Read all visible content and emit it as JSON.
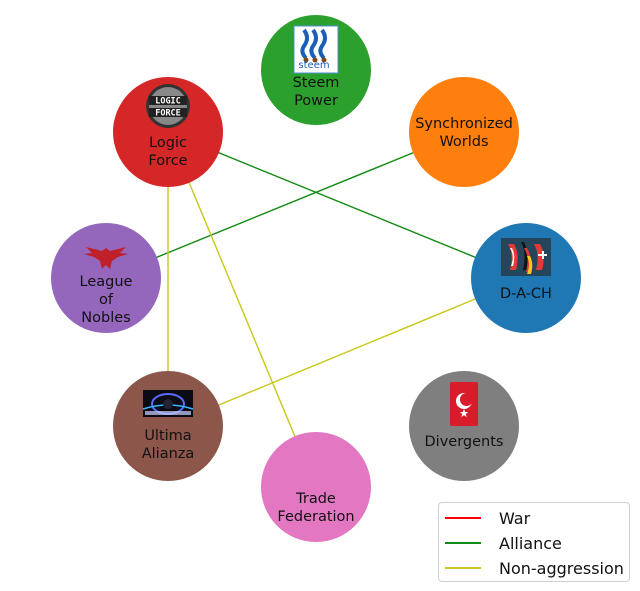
{
  "diagram": {
    "title": "",
    "nodes": [
      {
        "id": "steem_power",
        "label_lines": [
          "Steem",
          "Power"
        ],
        "color": "#2ca02c",
        "logo": "steem-logo"
      },
      {
        "id": "logic_force",
        "label_lines": [
          "Logic",
          "Force"
        ],
        "color": "#d62728",
        "logo": "logic-force-logo",
        "logo_text": [
          "LOGIC",
          "FORCE"
        ]
      },
      {
        "id": "synchronized_worlds",
        "label_lines": [
          "Synchronized",
          "Worlds"
        ],
        "color": "#ff7f0e",
        "logo": null
      },
      {
        "id": "league_of_nobles",
        "label_lines": [
          "League",
          "of",
          "Nobles"
        ],
        "color": "#9467bd",
        "logo": "phoenix-logo"
      },
      {
        "id": "dach",
        "label_lines": [
          "D-A-CH"
        ],
        "color": "#1f77b4",
        "logo": "dach-flags-logo"
      },
      {
        "id": "ultima_alianza",
        "label_lines": [
          "Ultima",
          "Alianza"
        ],
        "color": "#8c564b",
        "logo": "ultima-alianza-logo"
      },
      {
        "id": "divergents",
        "label_lines": [
          "Divergents"
        ],
        "color": "#7f7f7f",
        "logo": "turkish-flag-logo"
      },
      {
        "id": "trade_federation",
        "label_lines": [
          "Trade",
          "Federation"
        ],
        "color": "#e377c2",
        "logo": null
      }
    ],
    "edges": [
      {
        "from": "logic_force",
        "to": "dach",
        "relation": "alliance"
      },
      {
        "from": "synchronized_worlds",
        "to": "league_of_nobles",
        "relation": "alliance"
      },
      {
        "from": "logic_force",
        "to": "ultima_alianza",
        "relation": "non_aggression"
      },
      {
        "from": "logic_force",
        "to": "trade_federation",
        "relation": "non_aggression"
      },
      {
        "from": "dach",
        "to": "ultima_alianza",
        "relation": "non_aggression"
      }
    ],
    "relation_colors": {
      "war": "#ff0000",
      "alliance": "#138a13",
      "non_aggression": "#c8c81a"
    }
  },
  "legend": {
    "items": [
      {
        "key": "war",
        "label": "War",
        "color": "#ff0000"
      },
      {
        "key": "alliance",
        "label": "Alliance",
        "color": "#138a13"
      },
      {
        "key": "non_aggression",
        "label": "Non-aggression",
        "color": "#c8c81a"
      }
    ]
  }
}
